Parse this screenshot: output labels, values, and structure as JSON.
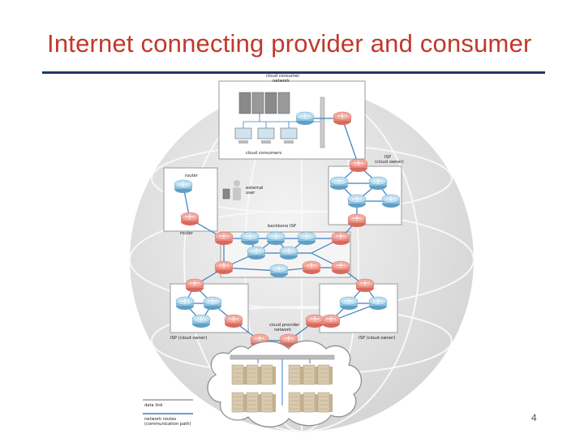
{
  "slide": {
    "title": "Internet connecting provider and consumer",
    "page_number": "4"
  },
  "diagram": {
    "labels": {
      "cloud_consumer_network": [
        "cloud consumer",
        "network"
      ],
      "cloud_consumers": "cloud consumers",
      "isp_cloud_owner_top": [
        "ISP",
        "(cloud owner)"
      ],
      "router": "router",
      "external_user": [
        "external",
        "user"
      ],
      "router_bottom": "router",
      "backbone_isp": "backbone ISP",
      "cloud_provider_network": [
        "cloud provider",
        "network"
      ],
      "isp_cloud_owner_left": "ISP (cloud owner)",
      "isp_cloud_owner_right": "ISP (cloud owner)"
    },
    "legend": {
      "items": [
        {
          "label": [
            "data link"
          ]
        },
        {
          "label": [
            "network routes",
            "(communication path)"
          ]
        }
      ]
    },
    "colors": {
      "router_red": "#e8887c",
      "router_blue": "#8fc3df",
      "globe_gray": "#e4e4e4",
      "link_blue": "#3a7fc0"
    }
  }
}
